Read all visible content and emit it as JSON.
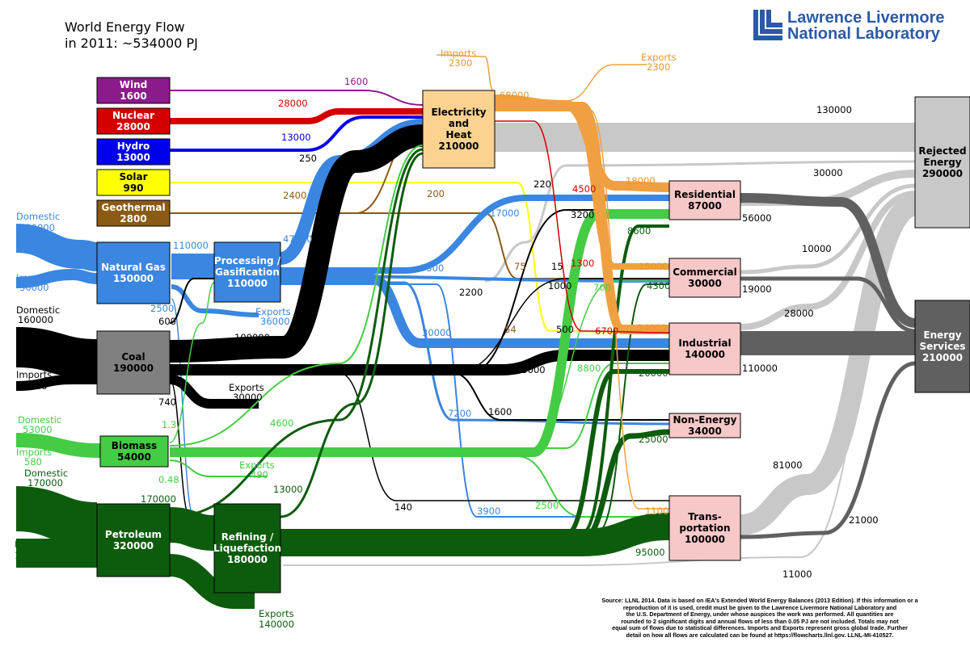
{
  "title": {
    "line1": "World Energy Flow",
    "line2": "in 2011: ~534000 PJ"
  },
  "logo": {
    "line1": "Lawrence Livermore",
    "line2": "National Laboratory"
  },
  "source_note": {
    "line1": "Source: LLNL 2014. Data is based on IEA's Extended World Energy Balances (2013 Edition). If this information or a",
    "line2": "reproduction of it is used, credit must be given to the Lawrence Livermore National Laboratory and",
    "line3": "the U.S. Department of Energy, under whose auspices the work was performed. All quantities are",
    "line4": "rounded to 2 significant digits and annual flows of less than 0.05 PJ are not included. Totals may not",
    "line5": "equal sum of flows due to statistical differences. Imports and Exports represent gross global trade. Further",
    "line6": "detail on how all flows are calculated can be found at https://flowcharts.llnl.gov. LLNL-MI-410527."
  },
  "colors": {
    "wind": "#8b1a8b",
    "nuclear": "#d40000",
    "hydro": "#0000ee",
    "solar": "#ffff00",
    "geothermal": "#8b5a14",
    "gas": "#3a86e0",
    "coal": "#000000",
    "biomass": "#44cc44",
    "petroleum": "#0d5c0d",
    "electricity": "#f0a040",
    "rejected": "#c8c8c8",
    "services": "#606060",
    "sector": "#f8c8c8",
    "elec_box": "#fcd290"
  },
  "nodes": [
    {
      "id": "wind",
      "name": "Wind",
      "value": "1600"
    },
    {
      "id": "nuclear",
      "name": "Nuclear",
      "value": "28000"
    },
    {
      "id": "hydro",
      "name": "Hydro",
      "value": "13000"
    },
    {
      "id": "solar",
      "name": "Solar",
      "value": "990"
    },
    {
      "id": "geothermal",
      "name": "Geothermal",
      "value": "2800"
    },
    {
      "id": "natural_gas",
      "name": "Natural Gas",
      "value": "150000"
    },
    {
      "id": "coal",
      "name": "Coal",
      "value": "190000"
    },
    {
      "id": "biomass",
      "name": "Biomass",
      "value": "54000"
    },
    {
      "id": "petroleum",
      "name": "Petroleum",
      "value": "320000"
    },
    {
      "id": "processing",
      "name": "Processing / Gasification",
      "value": "110000"
    },
    {
      "id": "refining",
      "name": "Refining / Liquefaction",
      "value": "180000"
    },
    {
      "id": "electricity",
      "name": "Electricity and Heat",
      "value": "210000"
    },
    {
      "id": "residential",
      "name": "Residential",
      "value": "87000"
    },
    {
      "id": "commercial",
      "name": "Commercial",
      "value": "30000"
    },
    {
      "id": "industrial",
      "name": "Industrial",
      "value": "140000"
    },
    {
      "id": "non_energy",
      "name": "Non-Energy",
      "value": "34000"
    },
    {
      "id": "transportation",
      "name": "Trans- portation",
      "value": "100000"
    },
    {
      "id": "rejected",
      "name": "Rejected Energy",
      "value": "290000"
    },
    {
      "id": "services",
      "name": "Energy Services",
      "value": "210000"
    }
  ],
  "flow_labels": [
    {
      "text": "Domestic"
    },
    {
      "text": "120000"
    },
    {
      "text": "Imports"
    },
    {
      "text": "36000"
    },
    {
      "text": "Domestic"
    },
    {
      "text": "160000"
    },
    {
      "text": "Imports"
    },
    {
      "text": "29000"
    },
    {
      "text": "Domestic"
    },
    {
      "text": "53000"
    },
    {
      "text": "Imports"
    },
    {
      "text": "580"
    },
    {
      "text": "Domestic"
    },
    {
      "text": "170000"
    },
    {
      "text": "Imports"
    },
    {
      "text": "140000"
    },
    {
      "text": "Imports"
    },
    {
      "text": "2300"
    },
    {
      "text": "Exports"
    },
    {
      "text": "2300"
    },
    {
      "text": "Exports"
    },
    {
      "text": "36000"
    },
    {
      "text": "Exports"
    },
    {
      "text": "30000"
    },
    {
      "text": "Exports"
    },
    {
      "text": "490"
    },
    {
      "text": "Exports"
    },
    {
      "text": "140000"
    },
    {
      "text": "1600"
    },
    {
      "text": "28000"
    },
    {
      "text": "13000"
    },
    {
      "text": "250"
    },
    {
      "text": "2400"
    },
    {
      "text": "68000"
    },
    {
      "text": "110000"
    },
    {
      "text": "47000"
    },
    {
      "text": "2500"
    },
    {
      "text": "600"
    },
    {
      "text": "100000"
    },
    {
      "text": "740"
    },
    {
      "text": "1.3"
    },
    {
      "text": "0.48"
    },
    {
      "text": "170000"
    },
    {
      "text": "4600"
    },
    {
      "text": "13000"
    },
    {
      "text": "200"
    },
    {
      "text": "17000"
    },
    {
      "text": "7500"
    },
    {
      "text": "2200"
    },
    {
      "text": "75"
    },
    {
      "text": "15"
    },
    {
      "text": "1000"
    },
    {
      "text": "54"
    },
    {
      "text": "500"
    },
    {
      "text": "30000"
    },
    {
      "text": "45000"
    },
    {
      "text": "1600"
    },
    {
      "text": "7200"
    },
    {
      "text": "140"
    },
    {
      "text": "3900"
    },
    {
      "text": "2500"
    },
    {
      "text": "220"
    },
    {
      "text": "4500"
    },
    {
      "text": "3200"
    },
    {
      "text": "1300"
    },
    {
      "text": "700"
    },
    {
      "text": "6700"
    },
    {
      "text": "18000"
    },
    {
      "text": "35000"
    },
    {
      "text": "8600"
    },
    {
      "text": "15000"
    },
    {
      "text": "4300"
    },
    {
      "text": "34000"
    },
    {
      "text": "8800"
    },
    {
      "text": "20000"
    },
    {
      "text": "25000"
    },
    {
      "text": "1100"
    },
    {
      "text": "95000"
    },
    {
      "text": "130000"
    },
    {
      "text": "30000"
    },
    {
      "text": "56000"
    },
    {
      "text": "10000"
    },
    {
      "text": "19000"
    },
    {
      "text": "28000"
    },
    {
      "text": "110000"
    },
    {
      "text": "81000"
    },
    {
      "text": "21000"
    },
    {
      "text": "11000"
    }
  ]
}
